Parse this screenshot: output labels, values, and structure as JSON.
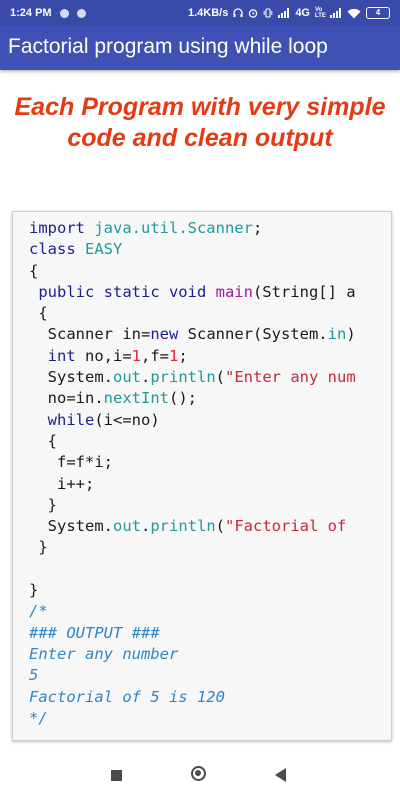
{
  "status_bar": {
    "time": "1:24 PM",
    "speed": "1.4KB/s",
    "network": "4G",
    "volte": "Vo LTE",
    "battery": "4"
  },
  "app_bar": {
    "title": "Factorial program using while loop"
  },
  "headline": {
    "line1": "Each Program with very simple",
    "line2": "code and  clean output"
  },
  "code": [
    [
      [
        "import ",
        "kw"
      ],
      [
        "java.util.Scanner",
        "cls"
      ],
      [
        ";",
        "plain"
      ]
    ],
    [
      [
        "class ",
        "kw"
      ],
      [
        "EASY",
        "cls"
      ]
    ],
    [
      [
        "{",
        "plain"
      ]
    ],
    [
      [
        " public static void ",
        "kw"
      ],
      [
        "main",
        "fn"
      ],
      [
        "(String[] a",
        "plain"
      ]
    ],
    [
      [
        " {",
        "plain"
      ]
    ],
    [
      [
        "  Scanner in=",
        "plain"
      ],
      [
        "new",
        "kw"
      ],
      [
        " Scanner(System.",
        "plain"
      ],
      [
        "in",
        "cls"
      ],
      [
        ")",
        "plain"
      ]
    ],
    [
      [
        "  ",
        "plain"
      ],
      [
        "int",
        "kw"
      ],
      [
        " no,i=",
        "plain"
      ],
      [
        "1",
        "num"
      ],
      [
        ",f=",
        "plain"
      ],
      [
        "1",
        "num"
      ],
      [
        ";",
        "plain"
      ]
    ],
    [
      [
        "  System.",
        "plain"
      ],
      [
        "out",
        "cls"
      ],
      [
        ".",
        "plain"
      ],
      [
        "println",
        "cls"
      ],
      [
        "(",
        "plain"
      ],
      [
        "\"Enter any num",
        "str"
      ]
    ],
    [
      [
        "  no=in.",
        "plain"
      ],
      [
        "nextInt",
        "cls"
      ],
      [
        "();",
        "plain"
      ]
    ],
    [
      [
        "  ",
        "plain"
      ],
      [
        "while",
        "kw"
      ],
      [
        "(i<=no)",
        "plain"
      ]
    ],
    [
      [
        "  {",
        "plain"
      ]
    ],
    [
      [
        "   f=f*i;",
        "plain"
      ]
    ],
    [
      [
        "   i++;",
        "plain"
      ]
    ],
    [
      [
        "  }",
        "plain"
      ]
    ],
    [
      [
        "  System.",
        "plain"
      ],
      [
        "out",
        "cls"
      ],
      [
        ".",
        "plain"
      ],
      [
        "println",
        "cls"
      ],
      [
        "(",
        "plain"
      ],
      [
        "\"Factorial of ",
        "str"
      ]
    ],
    [
      [
        " }",
        "plain"
      ]
    ],
    [
      [
        "",
        "plain"
      ]
    ],
    [
      [
        "}",
        "plain"
      ]
    ],
    [
      [
        "/*",
        "cmt"
      ]
    ],
    [
      [
        "### OUTPUT ###",
        "cmt"
      ]
    ],
    [
      [
        "Enter any number",
        "cmt"
      ]
    ],
    [
      [
        "5",
        "cmt"
      ]
    ],
    [
      [
        "Factorial of 5 is 120",
        "cmt"
      ]
    ],
    [
      [
        "*/",
        "cmt"
      ]
    ]
  ],
  "colors": {
    "status_bar": "#3a4aa8",
    "app_bar": "#3f51b5",
    "headline": "#e53a14",
    "keyword": "#1b1e8f",
    "class_ref": "#1f9a9a",
    "number": "#e0243a",
    "string": "#c8283c",
    "method_decl": "#a3179b",
    "comment": "#2e86c7"
  },
  "nav": {
    "recents_icon": "square",
    "home_icon": "circle",
    "back_icon": "triangle"
  }
}
